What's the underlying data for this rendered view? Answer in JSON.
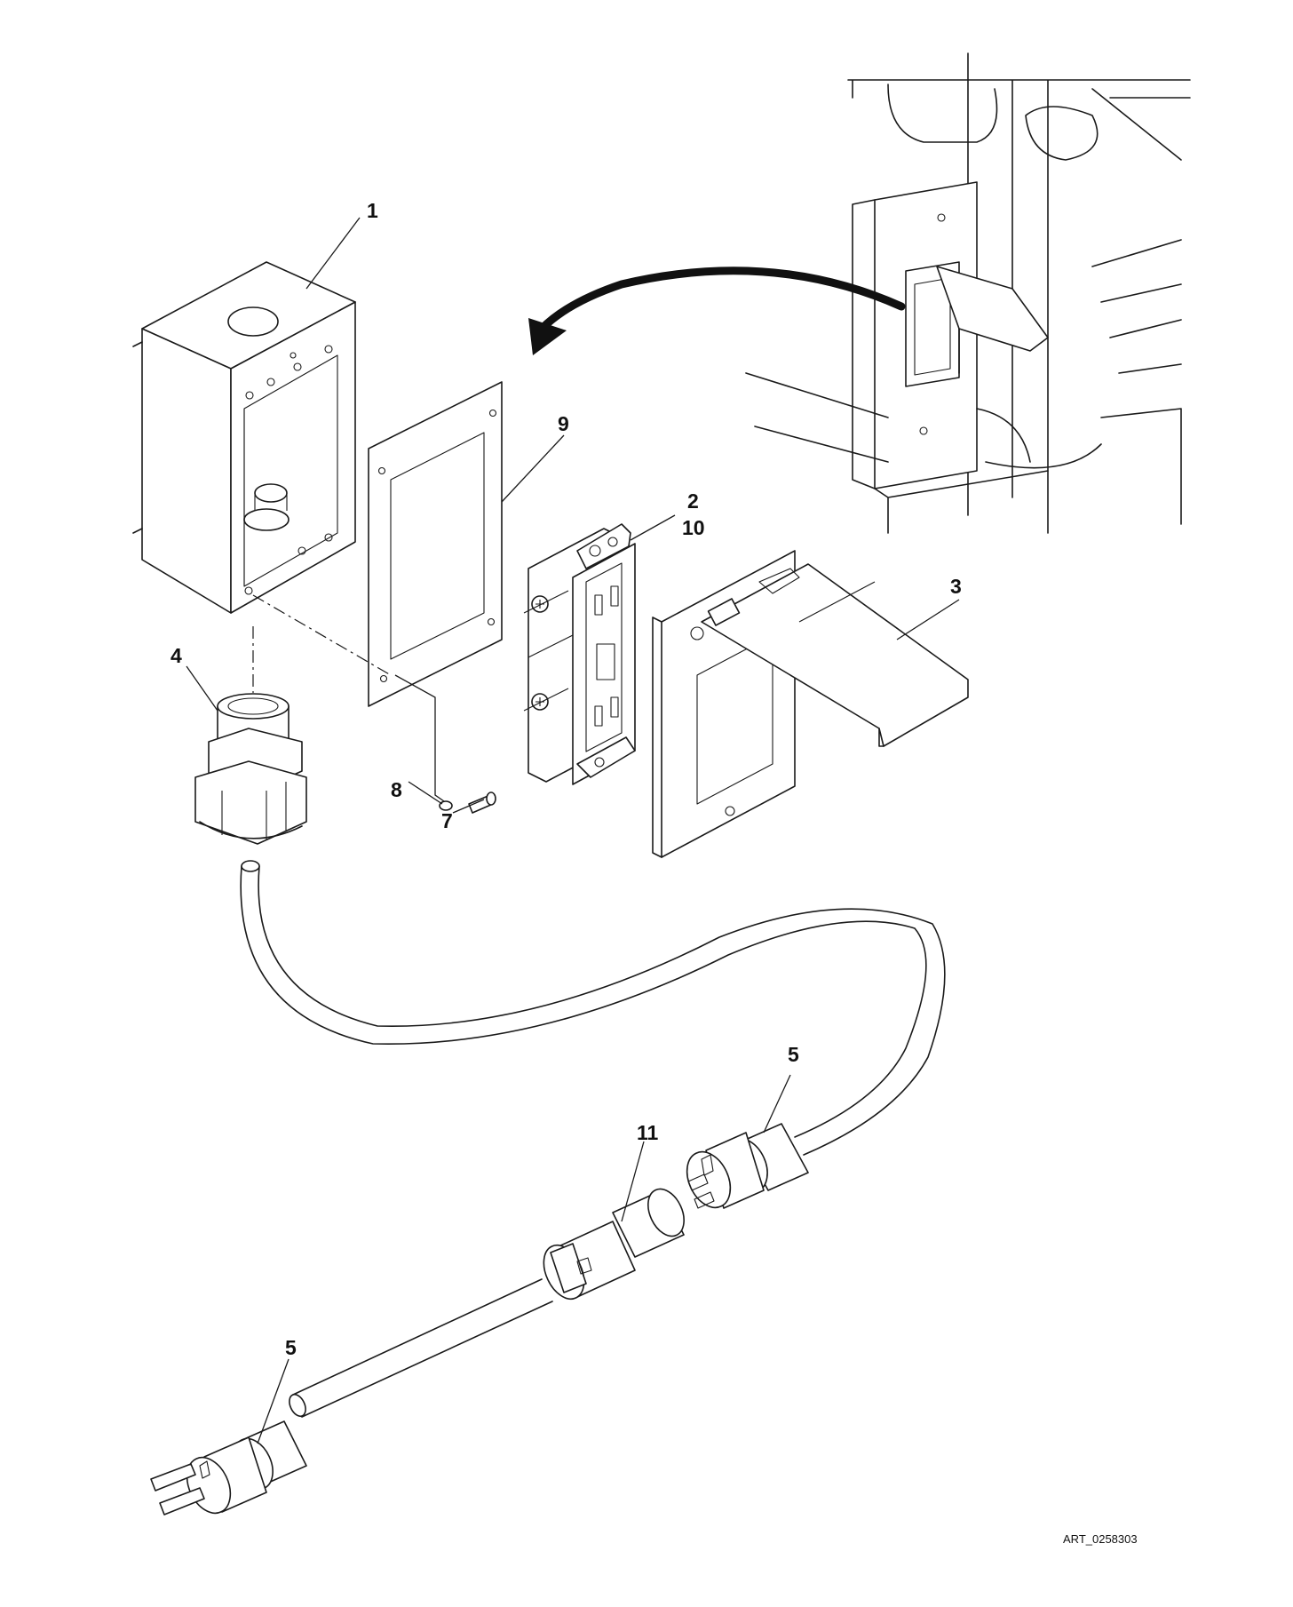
{
  "callouts": {
    "c1": "1",
    "c9": "9",
    "c2": "2",
    "c10": "10",
    "c3": "3",
    "c4": "4",
    "c8": "8",
    "c7": "7",
    "c5a": "5",
    "c11": "11",
    "c5b": "5"
  },
  "art_id": "ART_0258303"
}
